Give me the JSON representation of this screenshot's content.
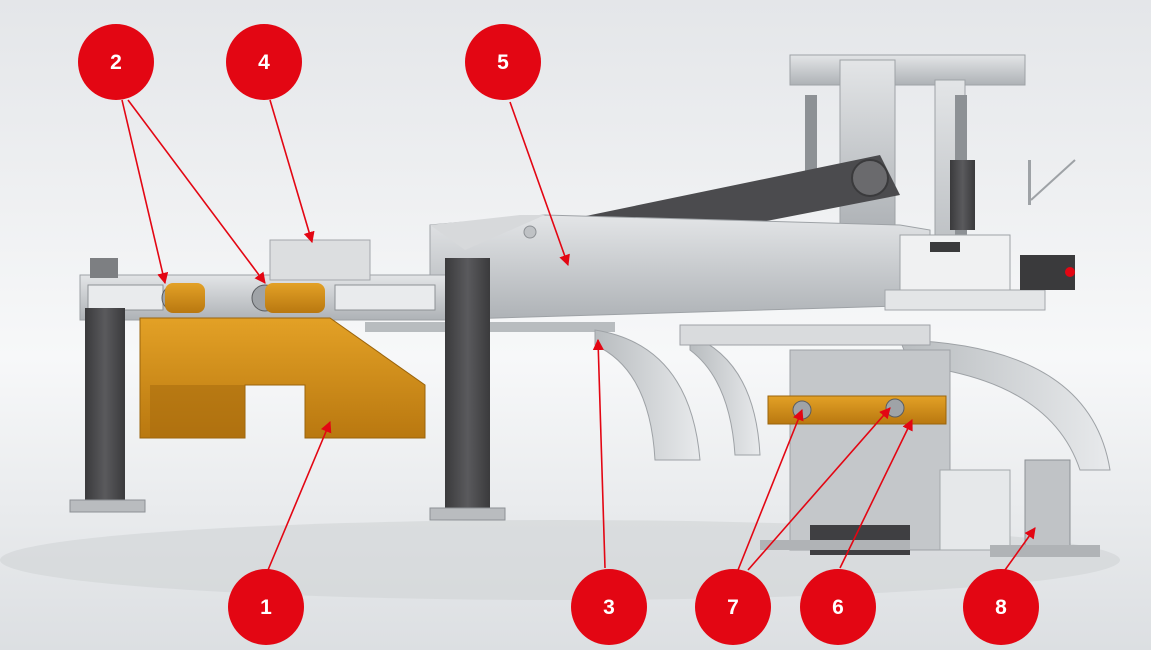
{
  "callouts": [
    {
      "id": "c2",
      "label": "2"
    },
    {
      "id": "c4",
      "label": "4"
    },
    {
      "id": "c5",
      "label": "5"
    },
    {
      "id": "c1",
      "label": "1"
    },
    {
      "id": "c3",
      "label": "3"
    },
    {
      "id": "c7",
      "label": "7"
    },
    {
      "id": "c6",
      "label": "6"
    },
    {
      "id": "c8",
      "label": "8"
    }
  ],
  "colors": {
    "callout_fill": "#e30613",
    "arrow": "#e30613",
    "frame_steel": "#c9cccf",
    "dark_steel": "#4a4a4c",
    "orange_part": "#d4901a",
    "background": "#eef0f2"
  }
}
